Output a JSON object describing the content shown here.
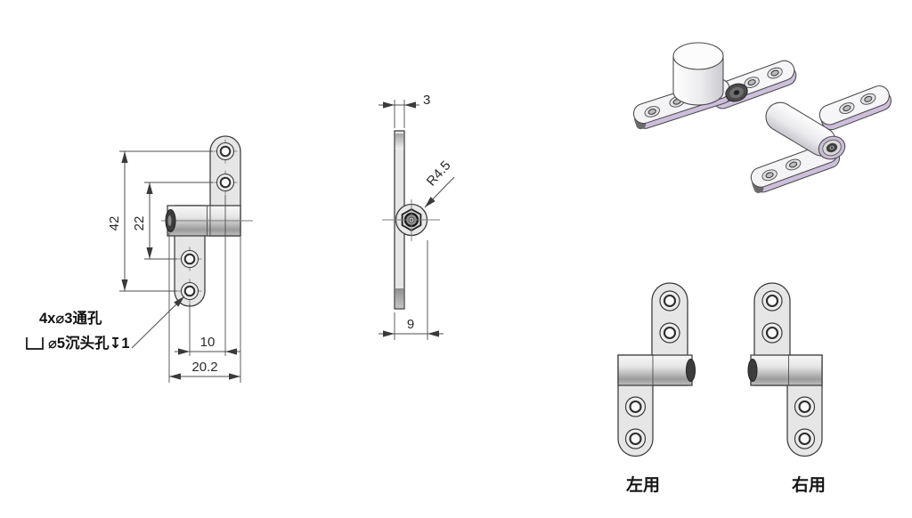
{
  "page": {
    "background": "#ffffff"
  },
  "front_view": {
    "dims": {
      "height_42": "42",
      "hole_span_22": "22",
      "offset_10": "10",
      "width_20_2": "20.2"
    },
    "annotation": {
      "line1": "4x⌀3通孔",
      "line2": "⌀5沉头孔↧1",
      "counterbore_symbol": "⌴"
    }
  },
  "side_view": {
    "dims": {
      "thickness_3": "3",
      "radius_label": "R4.5",
      "knuckle_9": "9"
    }
  },
  "variants": {
    "left_label": "左用",
    "right_label": "右用"
  },
  "colors": {
    "line": "#3a3a3a",
    "dim_line": "#4d4d4d",
    "plate_fill": "#e6e6e6",
    "lavender_side": "#cdbfdb",
    "pin_dark": "#3f3f3f"
  }
}
